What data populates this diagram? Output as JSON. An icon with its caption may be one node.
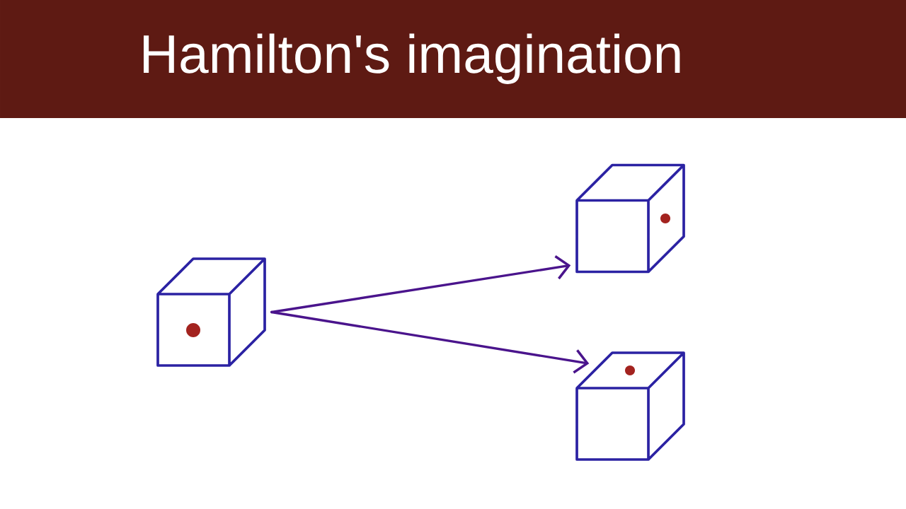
{
  "diagram": {
    "title": "Hamilton's imagination",
    "nodes": [
      {
        "text": [],
        "shape": "cube"
      },
      {
        "text": [],
        "shape": "cube"
      },
      {
        "text": [],
        "shape": "cube"
      }
    ],
    "edges": [
      {
        "from": 0,
        "to": 1,
        "arrow": "to"
      },
      {
        "from": 0,
        "to": 2,
        "arrow": "to"
      }
    ]
  }
}
